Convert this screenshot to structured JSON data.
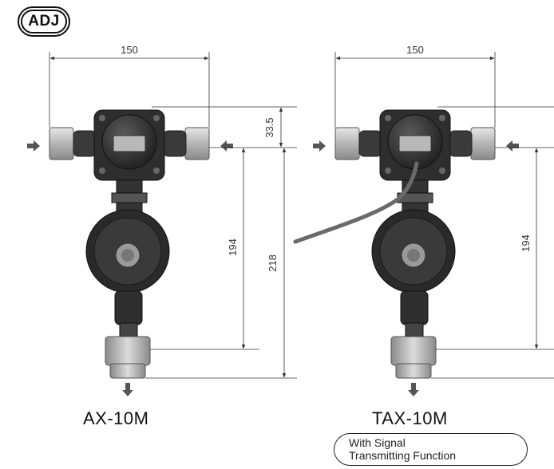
{
  "badge": "ADJ",
  "models": {
    "left": {
      "name": "AX-10M"
    },
    "right": {
      "name": "TAX-10M",
      "note_line1": "With Signal",
      "note_line2": "Transmitting Function"
    }
  },
  "dimensions": {
    "left_width": "150",
    "left_top": "33.5",
    "left_inner_height": "194",
    "left_total_height": "218",
    "right_width": "150",
    "right_inner_height": "194"
  },
  "colors": {
    "body": "#2f2f2f",
    "fitting": "#bfbfbf",
    "cable": "#6a6a6a",
    "arrow": "#555555",
    "dimension": "#333333"
  }
}
